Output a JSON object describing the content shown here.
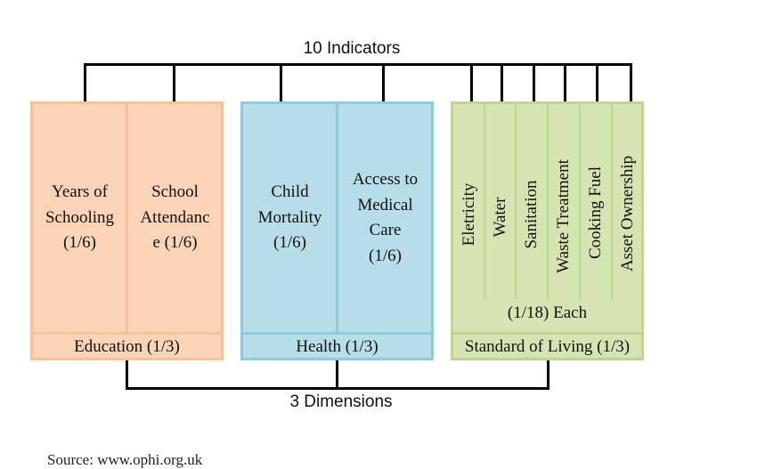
{
  "indicators_label": "10 Indicators",
  "dimensions_label": "3 Dimensions",
  "source": "Source: www.ophi.org.uk",
  "colors": {
    "education_fill": "#fbd3b6",
    "education_border": "#f5c39a",
    "health_fill": "#b7dde8",
    "health_border": "#8fc9da",
    "living_fill": "#d6e4b2",
    "living_border": "#bfd495"
  },
  "education": {
    "label": "Education (1/3)",
    "years": {
      "line1": "Years of",
      "line2": "Schooling",
      "line3": "(1/6)"
    },
    "attendance": {
      "line1": "School",
      "line2": "Attendanc",
      "line3": "e (1/6)"
    }
  },
  "health": {
    "label": "Health (1/3)",
    "mortality": {
      "line1": "Child",
      "line2": "Mortality",
      "line3": "(1/6)"
    },
    "medical": {
      "line1": "Access to",
      "line2": "Medical",
      "line3": "Care",
      "line4": "(1/6)"
    }
  },
  "living": {
    "label": "Standard of Living (1/3)",
    "weight": "(1/18) Each",
    "items": [
      "Eletricity",
      "Water",
      "Sanitation",
      "Waste Treatment",
      "Cooking Fuel",
      "Asset Ownership"
    ]
  }
}
